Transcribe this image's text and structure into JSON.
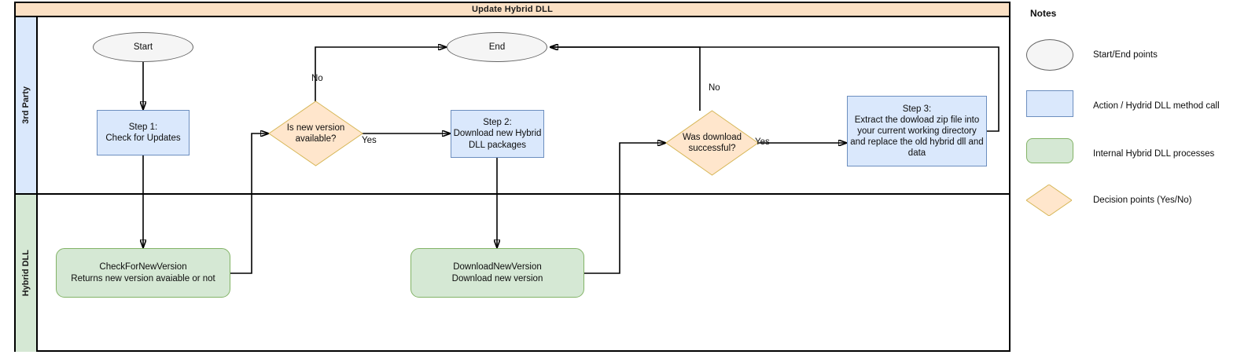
{
  "diagram": {
    "pool_title": "Update Hybrid DLL",
    "lanes": [
      {
        "id": "third-party",
        "label": "3rd Party",
        "color": "#dae8fc"
      },
      {
        "id": "hybrid-dll",
        "label": "Hybrid DLL",
        "color": "#d5e8d4"
      }
    ]
  },
  "nodes": {
    "start": {
      "label": "Start",
      "shape": "terminator"
    },
    "end": {
      "label": "End",
      "shape": "terminator"
    },
    "step1": {
      "label": "Step 1:\nCheck for Updates",
      "shape": "action"
    },
    "decision1": {
      "label": "Is new version\navailable?",
      "shape": "decision"
    },
    "step2": {
      "label": "Step 2:\nDownload new Hybrid\nDLL packages",
      "shape": "action"
    },
    "decision2": {
      "label": "Was download\nsuccessful?",
      "shape": "decision"
    },
    "step3": {
      "label": "Step 3:\nExtract the dowload zip file into\nyour current working directory\nand replace the old hybrid dll and\ndata",
      "shape": "action"
    },
    "check_version": {
      "label": "CheckForNewVersion\nReturns new version avaiable or not",
      "shape": "process"
    },
    "download_version": {
      "label": "DownloadNewVersion\nDownload new version",
      "shape": "process"
    }
  },
  "edge_labels": {
    "decision1_no": "No",
    "decision1_yes": "Yes",
    "decision2_no": "No",
    "decision2_yes": "Yes"
  },
  "legend": {
    "title": "Notes",
    "items": [
      {
        "shape": "ellipse",
        "text": "Start/End points",
        "color": "#f5f5f5"
      },
      {
        "shape": "rect",
        "text": "Action / Hydrid DLL method call",
        "color": "#dae8fc"
      },
      {
        "shape": "round-rect",
        "text": "Internal Hybrid DLL processes",
        "color": "#d5e8d4"
      },
      {
        "shape": "diamond",
        "text": "Decision points (Yes/No)",
        "color": "#ffe6cc"
      }
    ]
  },
  "colors": {
    "pool_header": "#fbe0c4",
    "lane_third_party": "#dae8fc",
    "lane_hybrid": "#d5e8d4",
    "action_fill": "#dae8fc",
    "action_stroke": "#6c8ebf",
    "process_fill": "#d5e8d4",
    "process_stroke": "#82b366",
    "decision_fill": "#ffe6cc",
    "decision_stroke": "#d6b656",
    "terminator_fill": "#f5f5f5",
    "terminator_stroke": "#666666",
    "edge": "#000000"
  }
}
